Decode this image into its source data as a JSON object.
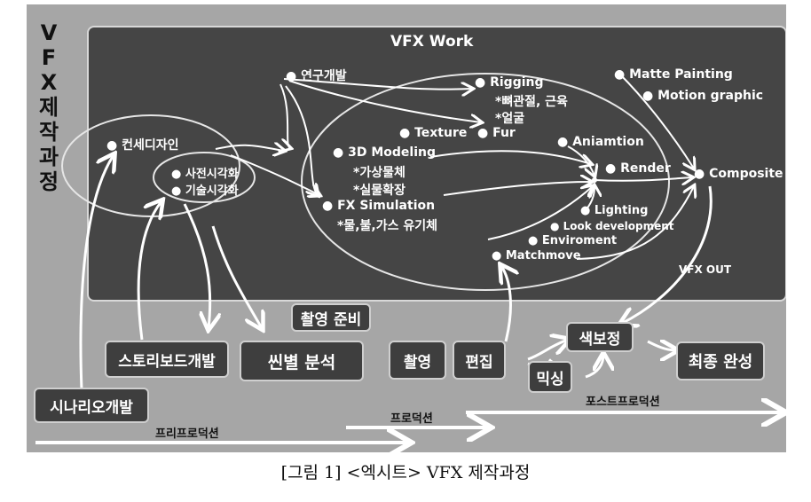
{
  "vertical_title": [
    "V",
    "F",
    "X",
    "제",
    "작",
    "과",
    "정"
  ],
  "panel_title": "VFX Work",
  "nodes": {
    "concept_design": "컨세디자인",
    "previz": "사전시각화",
    "techviz": "기술시각화",
    "research_dev": "연구개발",
    "rigging": "Rigging",
    "rigging_sub1": "*뼈관절, 근육",
    "rigging_sub2": "*얼굴",
    "texture": "Texture",
    "fur": "Fur",
    "modeling": "3D Modeling",
    "modeling_sub1": "*가상물체",
    "modeling_sub2": "*실물확장",
    "fx_sim": "FX Simulation",
    "fx_sim_sub": "*물,불,가스 유기체",
    "animation": "Aniamtion",
    "render": "Render",
    "lighting": "Lighting",
    "look_dev": "Look development",
    "environment": "Enviroment",
    "matchmove": "Matchmove",
    "matte_painting": "Matte Painting",
    "motion_graphic": "Motion graphic",
    "composite": "Composite",
    "vfx_out": "VFX OUT"
  },
  "stages": {
    "scenario": "시나리오개발",
    "storyboard": "스토리보드개발",
    "scene_analysis": "씬별 분석",
    "shoot_prep": "촬영 준비",
    "shoot": "촬영",
    "edit": "편집",
    "mixing": "믹싱",
    "color": "색보정",
    "final": "최종 완성"
  },
  "phases": {
    "pre": "프리프로덕션",
    "production": "프로덕션",
    "post": "포스트프로덕션"
  },
  "caption": "[그림 1] <엑시트> VFX 제작과정"
}
